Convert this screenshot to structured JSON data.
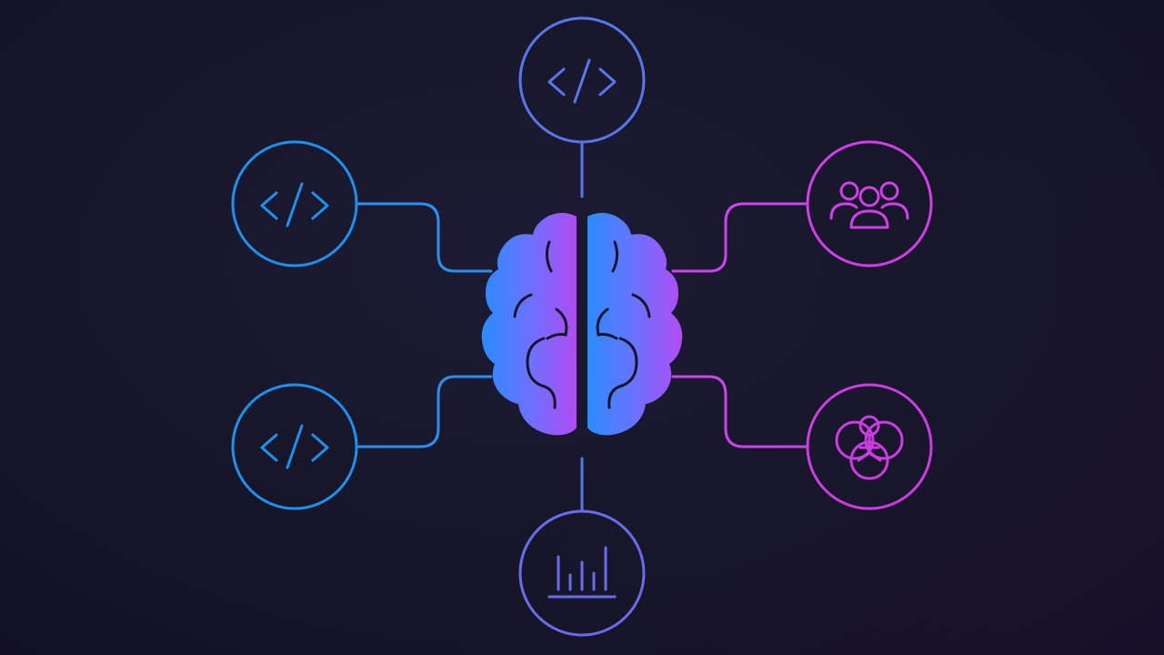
{
  "diagram": {
    "center": {
      "icon": "brain-icon"
    },
    "nodes": [
      {
        "id": "top",
        "icon": "code-icon",
        "color": "#5a76ee"
      },
      {
        "id": "left-upper",
        "icon": "code-icon",
        "color": "#1e90ee"
      },
      {
        "id": "left-lower",
        "icon": "code-icon",
        "color": "#1e90ee"
      },
      {
        "id": "bottom",
        "icon": "bar-chart-icon",
        "color": "#6a6cf0"
      },
      {
        "id": "right-upper",
        "icon": "users-group-icon",
        "color": "#d23ee8"
      },
      {
        "id": "right-lower",
        "icon": "network-cluster-icon",
        "color": "#d23ee8"
      }
    ],
    "colors": {
      "background": "#15152a",
      "blue": "#1e90ee",
      "indigo": "#5a76ee",
      "magenta": "#d23ee8"
    }
  }
}
